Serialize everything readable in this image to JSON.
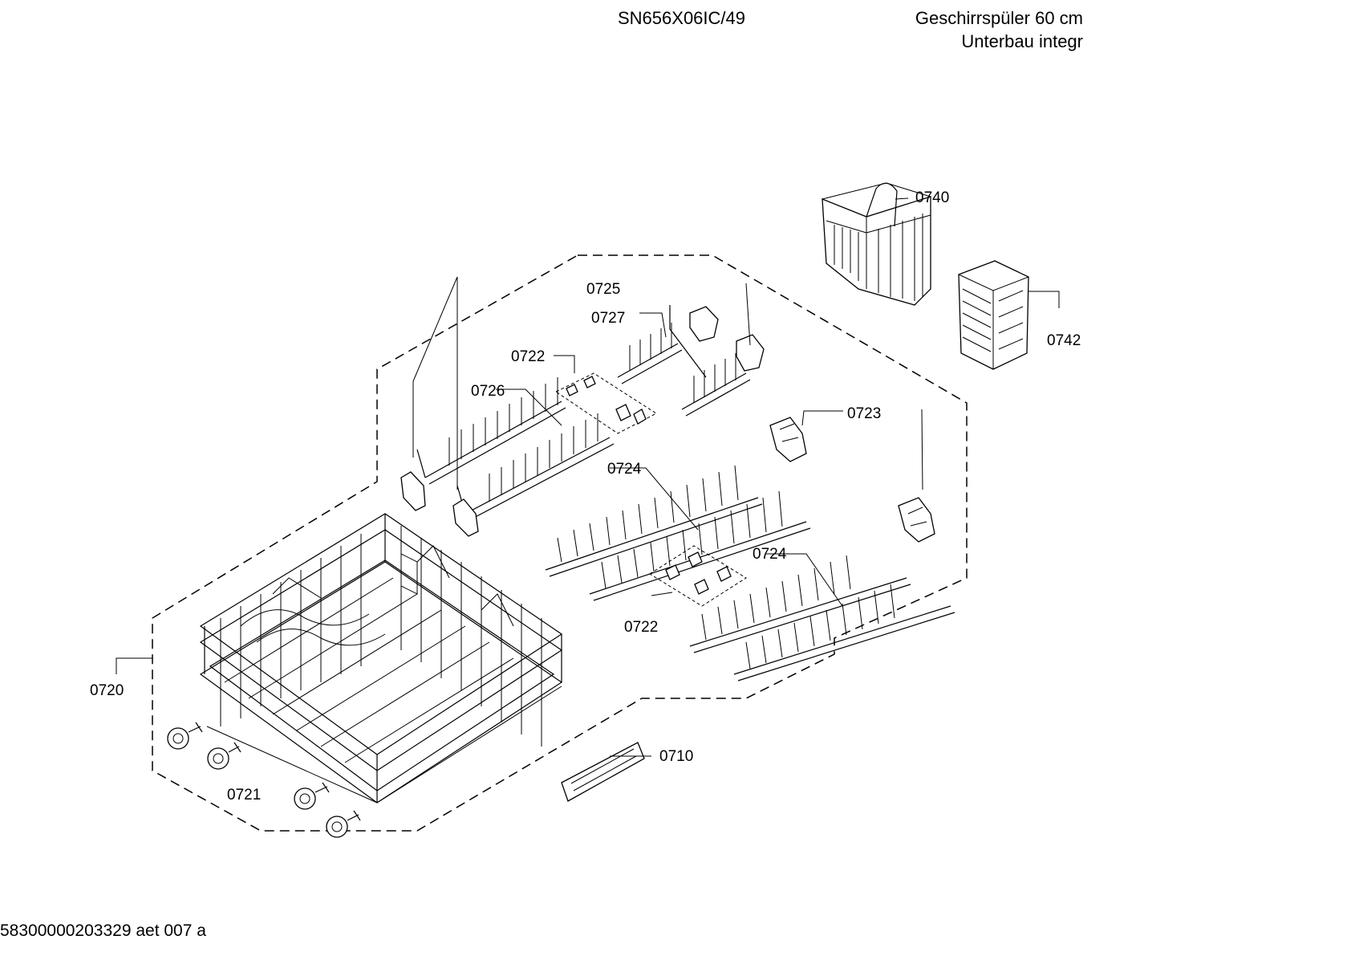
{
  "header": {
    "model": "SN656X06IC/49",
    "description_line1": "Geschirrspüler 60 cm",
    "description_line2": "Unterbau integr"
  },
  "footer": {
    "document_id": "58300000203329 aet 007 a"
  },
  "callouts": {
    "c0710": "0710",
    "c0720": "0720",
    "c0721": "0721",
    "c0722a": "0722",
    "c0722b": "0722",
    "c0723": "0723",
    "c0724a": "0724",
    "c0724b": "0724",
    "c0725": "0725",
    "c0726": "0726",
    "c0727": "0727",
    "c0740": "0740",
    "c0742": "0742"
  }
}
